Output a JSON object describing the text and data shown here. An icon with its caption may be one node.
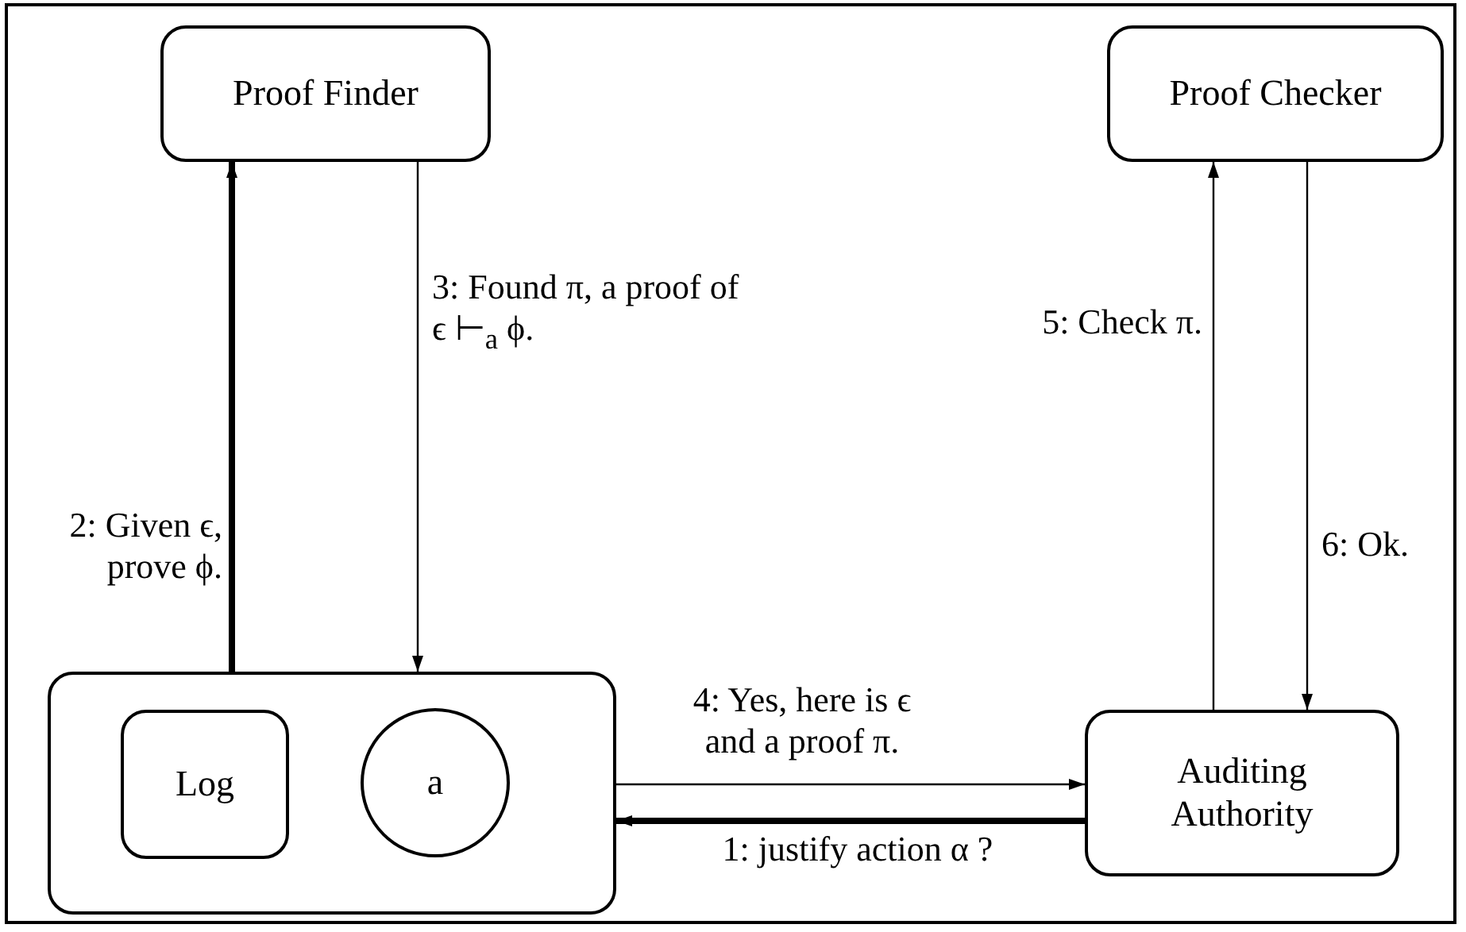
{
  "diagram": {
    "nodes": [
      {
        "text": [
          "Proof Finder"
        ]
      },
      {
        "text": [
          "Proof Checker"
        ]
      },
      {
        "text": [],
        "shape": "box"
      },
      {
        "text": [
          "Log"
        ],
        "in": 2
      },
      {
        "text": [
          "a"
        ],
        "in": 2
      },
      {
        "text": [
          "Auditing Authority"
        ]
      }
    ],
    "edges": [
      {
        "from": 2,
        "to": 0,
        "arrow": "to",
        "label": "2: Given ϵ, prove ϕ.",
        "style": "thick"
      },
      {
        "from": 0,
        "to": 2,
        "arrow": "to",
        "label": "3: Found π, a proof of ϵ ⊢$_{a}$ ϕ."
      },
      {
        "from": 2,
        "to": 5,
        "arrow": "to",
        "label": "4: Yes, here is ϵ and a proof π."
      },
      {
        "from": 5,
        "to": 2,
        "arrow": "to",
        "label": "1: justify action α ?",
        "style": "thick"
      },
      {
        "from": 5,
        "to": 1,
        "arrow": "to",
        "label": "5: Check π."
      },
      {
        "from": 1,
        "to": 5,
        "arrow": "to",
        "label": "6: Ok."
      }
    ]
  }
}
